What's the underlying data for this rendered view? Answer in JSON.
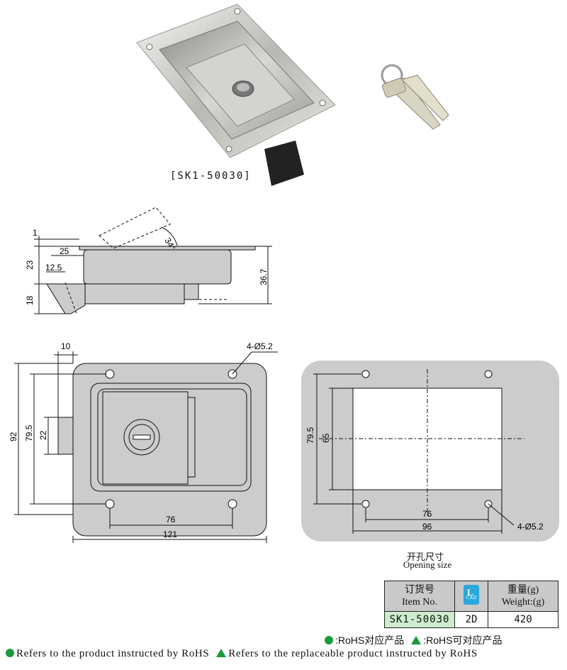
{
  "product_model_tag": "[SK1-50030]",
  "side_view": {
    "dim_1": "1",
    "dim_23": "23",
    "dim_18": "18",
    "dim_25": "25",
    "dim_12_5": "12.5",
    "dim_36_7": "36.7",
    "angle": "34°"
  },
  "front_view": {
    "dim_10": "10",
    "dim_92": "92",
    "dim_79_5": "79.5",
    "dim_22": "22",
    "dim_76": "76",
    "dim_121": "121",
    "holes": "4-Ø5.2"
  },
  "opening_view": {
    "dim_79_5": "79.5",
    "dim_65": "65",
    "dim_76": "76",
    "dim_96": "96",
    "holes": "4-Ø5.2",
    "caption_cn": "开孔尺寸",
    "caption_en": "Opening size"
  },
  "spec_table": {
    "item_header_cn": "订货号",
    "item_header_en": "Item No.",
    "cad_icon_label": "CAD",
    "weight_header_cn": "重量(g)",
    "weight_header_en": "Weight:(g)",
    "item_value": "SK1-50030",
    "cad_value": "2D",
    "weight_value": "420"
  },
  "legend": {
    "rohs_cn": ":RoHS对应产品",
    "replaceable_cn": ":RoHS可对应产品",
    "rohs_en": "Refers to the product instructed by RoHS",
    "replaceable_en": "Refers to the replaceable product instructed by RoHS"
  },
  "colors": {
    "rohs_green": "#1a9a3c",
    "cad_blue": "#2aa7dc",
    "drawing_fill": "#cccccc",
    "table_header": "#c9c9c9",
    "item_cell": "#cdeccd"
  }
}
